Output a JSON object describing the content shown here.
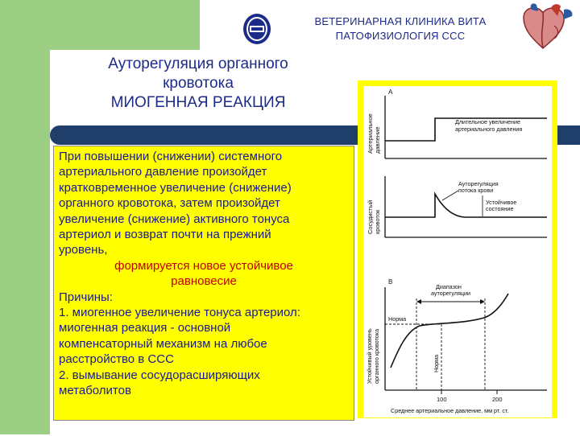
{
  "header": {
    "clinic_line": "ВЕТЕРИНАРНАЯ КЛИНИКА ВИТА",
    "subject_line": "ПАТОФИЗИОЛОГИЯ ССС"
  },
  "title": {
    "line1": "Ауторегуляция органного",
    "line2": "кровотока",
    "line3": "МИОГЕННАЯ РЕАКЦИЯ"
  },
  "body": {
    "p1_lines": [
      "При повышении (снижении) системного",
      "артериального давление произойдет",
      "кратковременное увеличение (снижение)",
      "органного кровотока, затем произойдет",
      "увеличение (снижение) активного тонуса",
      "артериол и возврат почти на прежний",
      "уровень,"
    ],
    "highlight_lines": [
      "формируется новое устойчивое",
      "равновесие"
    ],
    "p2_lines": [
      "Причины:",
      "1. миогенное увеличение тонуса артериол:",
      "миогенная реакция - основной",
      "компенсаторный механизм на любое",
      "расстройство в ССС",
      "2. вымывание сосудорасширяющих",
      "метаболитов"
    ]
  },
  "figure": {
    "panel_a": {
      "letter": "А",
      "ylabel_line1": "Артериальное",
      "ylabel_line2": "давление",
      "annotation_line1": "Длительное увеличение",
      "annotation_line2": "артериального давления"
    },
    "panel_b": {
      "ylabel_line1": "Сосудистый",
      "ylabel_line2": "кровоток",
      "annot1_line1": "Ауторегуляция",
      "annot1_line2": "потока крови",
      "annot2_line1": "Устойчивое",
      "annot2_line2": "состояние"
    },
    "panel_c": {
      "letter": "В",
      "ylabel_line1": "Устойчивый уровень",
      "ylabel_line2": "органного кровотока",
      "range_line1": "Диапазон",
      "range_line2": "ауторегуляции",
      "norm_label_y": "Норма",
      "norm_label_x": "Норма",
      "tick_100": "100",
      "tick_200": "200",
      "xlabel": "Среднее артериальное давление, мм рт. ст."
    }
  },
  "colors": {
    "green": "#9ccf83",
    "navy_band": "#1f3f6a",
    "yellow": "#ffff00",
    "text_blue": "#1a1a8c",
    "highlight_red": "#c00000"
  }
}
